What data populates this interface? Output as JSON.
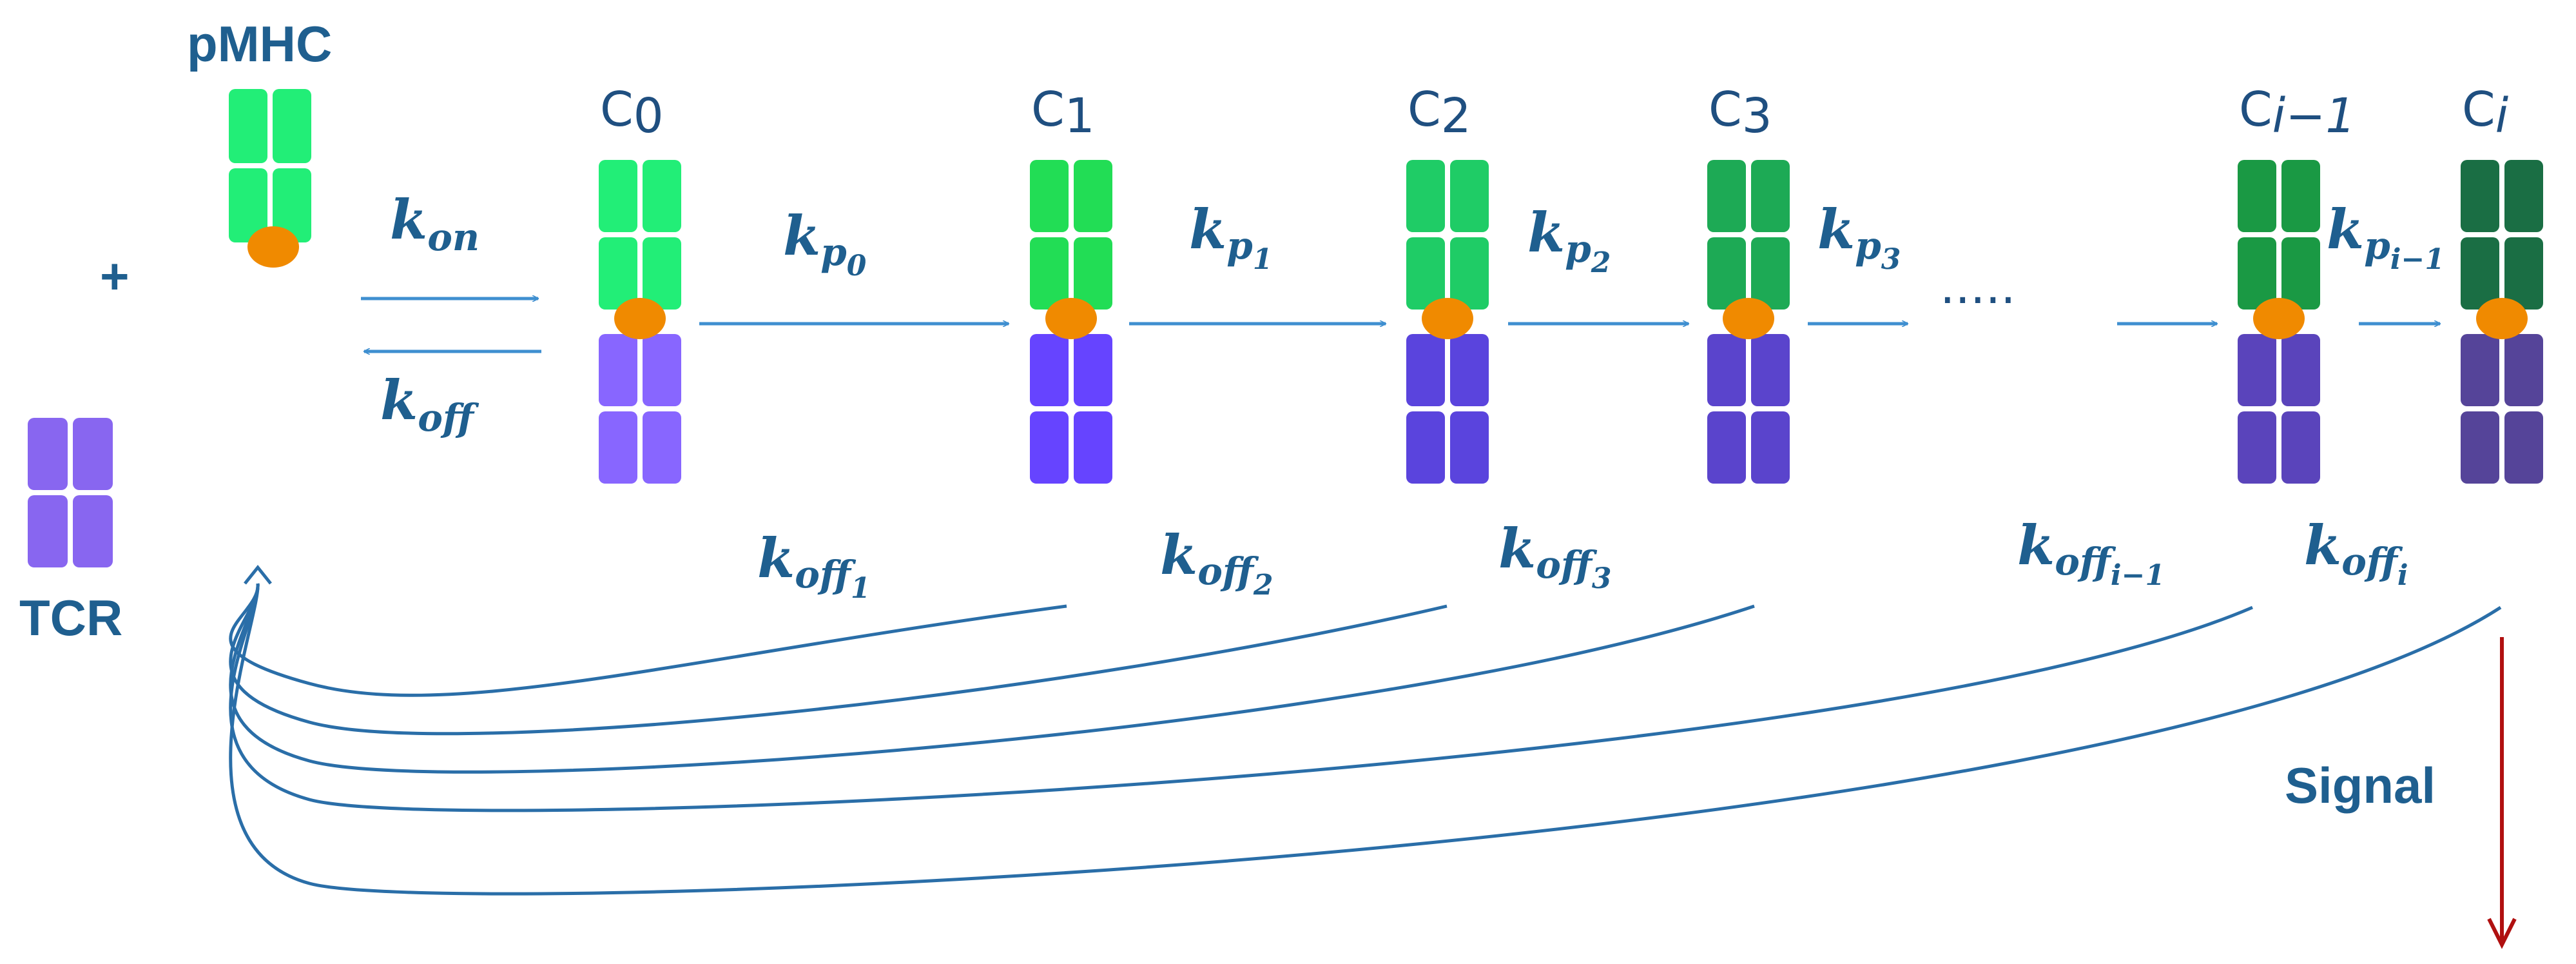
{
  "labels": {
    "pmhc": "pMHC",
    "tcr": "TCR",
    "plus": "+",
    "dots": ".....",
    "signal": "Signal"
  },
  "complexes": [
    {
      "base": "C",
      "sub": "0"
    },
    {
      "base": "C",
      "sub": "1"
    },
    {
      "base": "C",
      "sub": "2"
    },
    {
      "base": "C",
      "sub": "3"
    },
    {
      "base": "C",
      "sub": "i−1"
    },
    {
      "base": "C",
      "sub": "i"
    }
  ],
  "binding_rates": {
    "on": {
      "base": "k",
      "sub": "on"
    },
    "off": {
      "base": "k",
      "sub": "off"
    }
  },
  "proofreading_rates": [
    {
      "base": "k",
      "sub": "p",
      "subsub": "0"
    },
    {
      "base": "k",
      "sub": "p",
      "subsub": "1"
    },
    {
      "base": "k",
      "sub": "p",
      "subsub": "2"
    },
    {
      "base": "k",
      "sub": "p",
      "subsub": "3"
    },
    {
      "base": "k",
      "sub": "p",
      "subsub": "i−1"
    }
  ],
  "unbinding_rates": [
    {
      "base": "k",
      "sub": "off",
      "subsub": "1"
    },
    {
      "base": "k",
      "sub": "off",
      "subsub": "2"
    },
    {
      "base": "k",
      "sub": "off",
      "subsub": "3"
    },
    {
      "base": "k",
      "sub": "off",
      "subsub": "i−1"
    },
    {
      "base": "k",
      "sub": "off",
      "subsub": "i"
    }
  ],
  "colors": {
    "label": "#1f5f8f",
    "arrow": "#3f8fd0",
    "curve": "#2a6ea8",
    "orange": "#f08a00",
    "signal_arrow": "#b01010",
    "free_pmhc": "#22ee77",
    "free_tcr": "#8866f0",
    "pmhc_shades": [
      "#22ee77",
      "#22dd55",
      "#1fcc66",
      "#1daa55",
      "#1a9944",
      "#1a6e44"
    ],
    "tcr_shades": [
      "#8866ff",
      "#6644ff",
      "#5a44dd",
      "#5a44cc",
      "#5a44bb",
      "#554499"
    ]
  }
}
